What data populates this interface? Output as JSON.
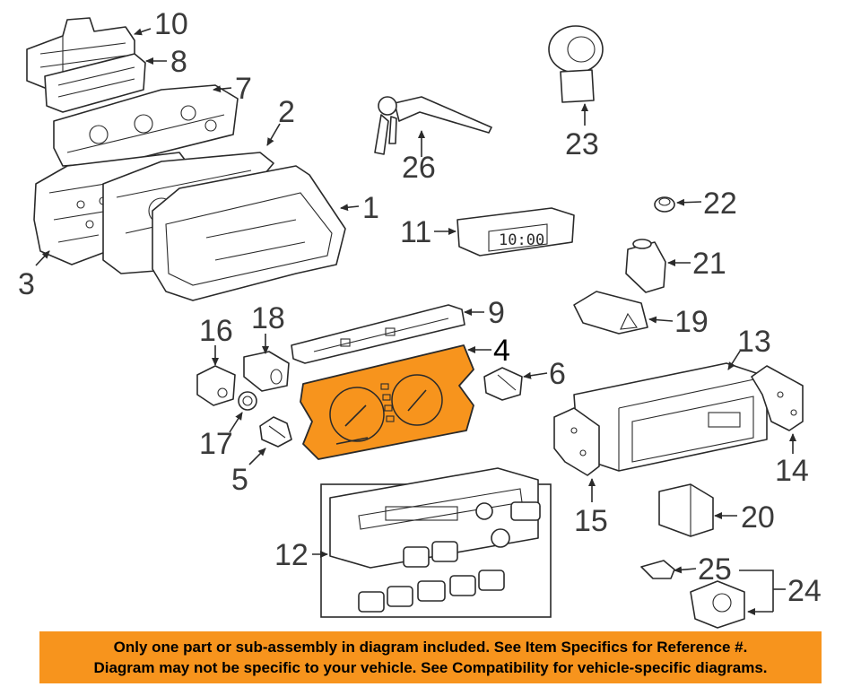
{
  "labels": {
    "p1": "1",
    "p2": "2",
    "p3": "3",
    "p4": "4",
    "p5": "5",
    "p6": "6",
    "p7": "7",
    "p8": "8",
    "p9": "9",
    "p10": "10",
    "p11": "11",
    "p12": "12",
    "p13": "13",
    "p14": "14",
    "p15": "15",
    "p16": "16",
    "p17": "17",
    "p18": "18",
    "p19": "19",
    "p20": "20",
    "p21": "21",
    "p22": "22",
    "p23": "23",
    "p24": "24",
    "p25": "25",
    "p26": "26"
  },
  "clock_display": "10:00",
  "highlight_color": "#f7941d",
  "banner": {
    "line1": "Only one part or sub-assembly in diagram included. See Item Specifics for Reference #.",
    "line2": "Diagram may not be specific to your vehicle. See Compatibility for vehicle-specific diagrams."
  }
}
